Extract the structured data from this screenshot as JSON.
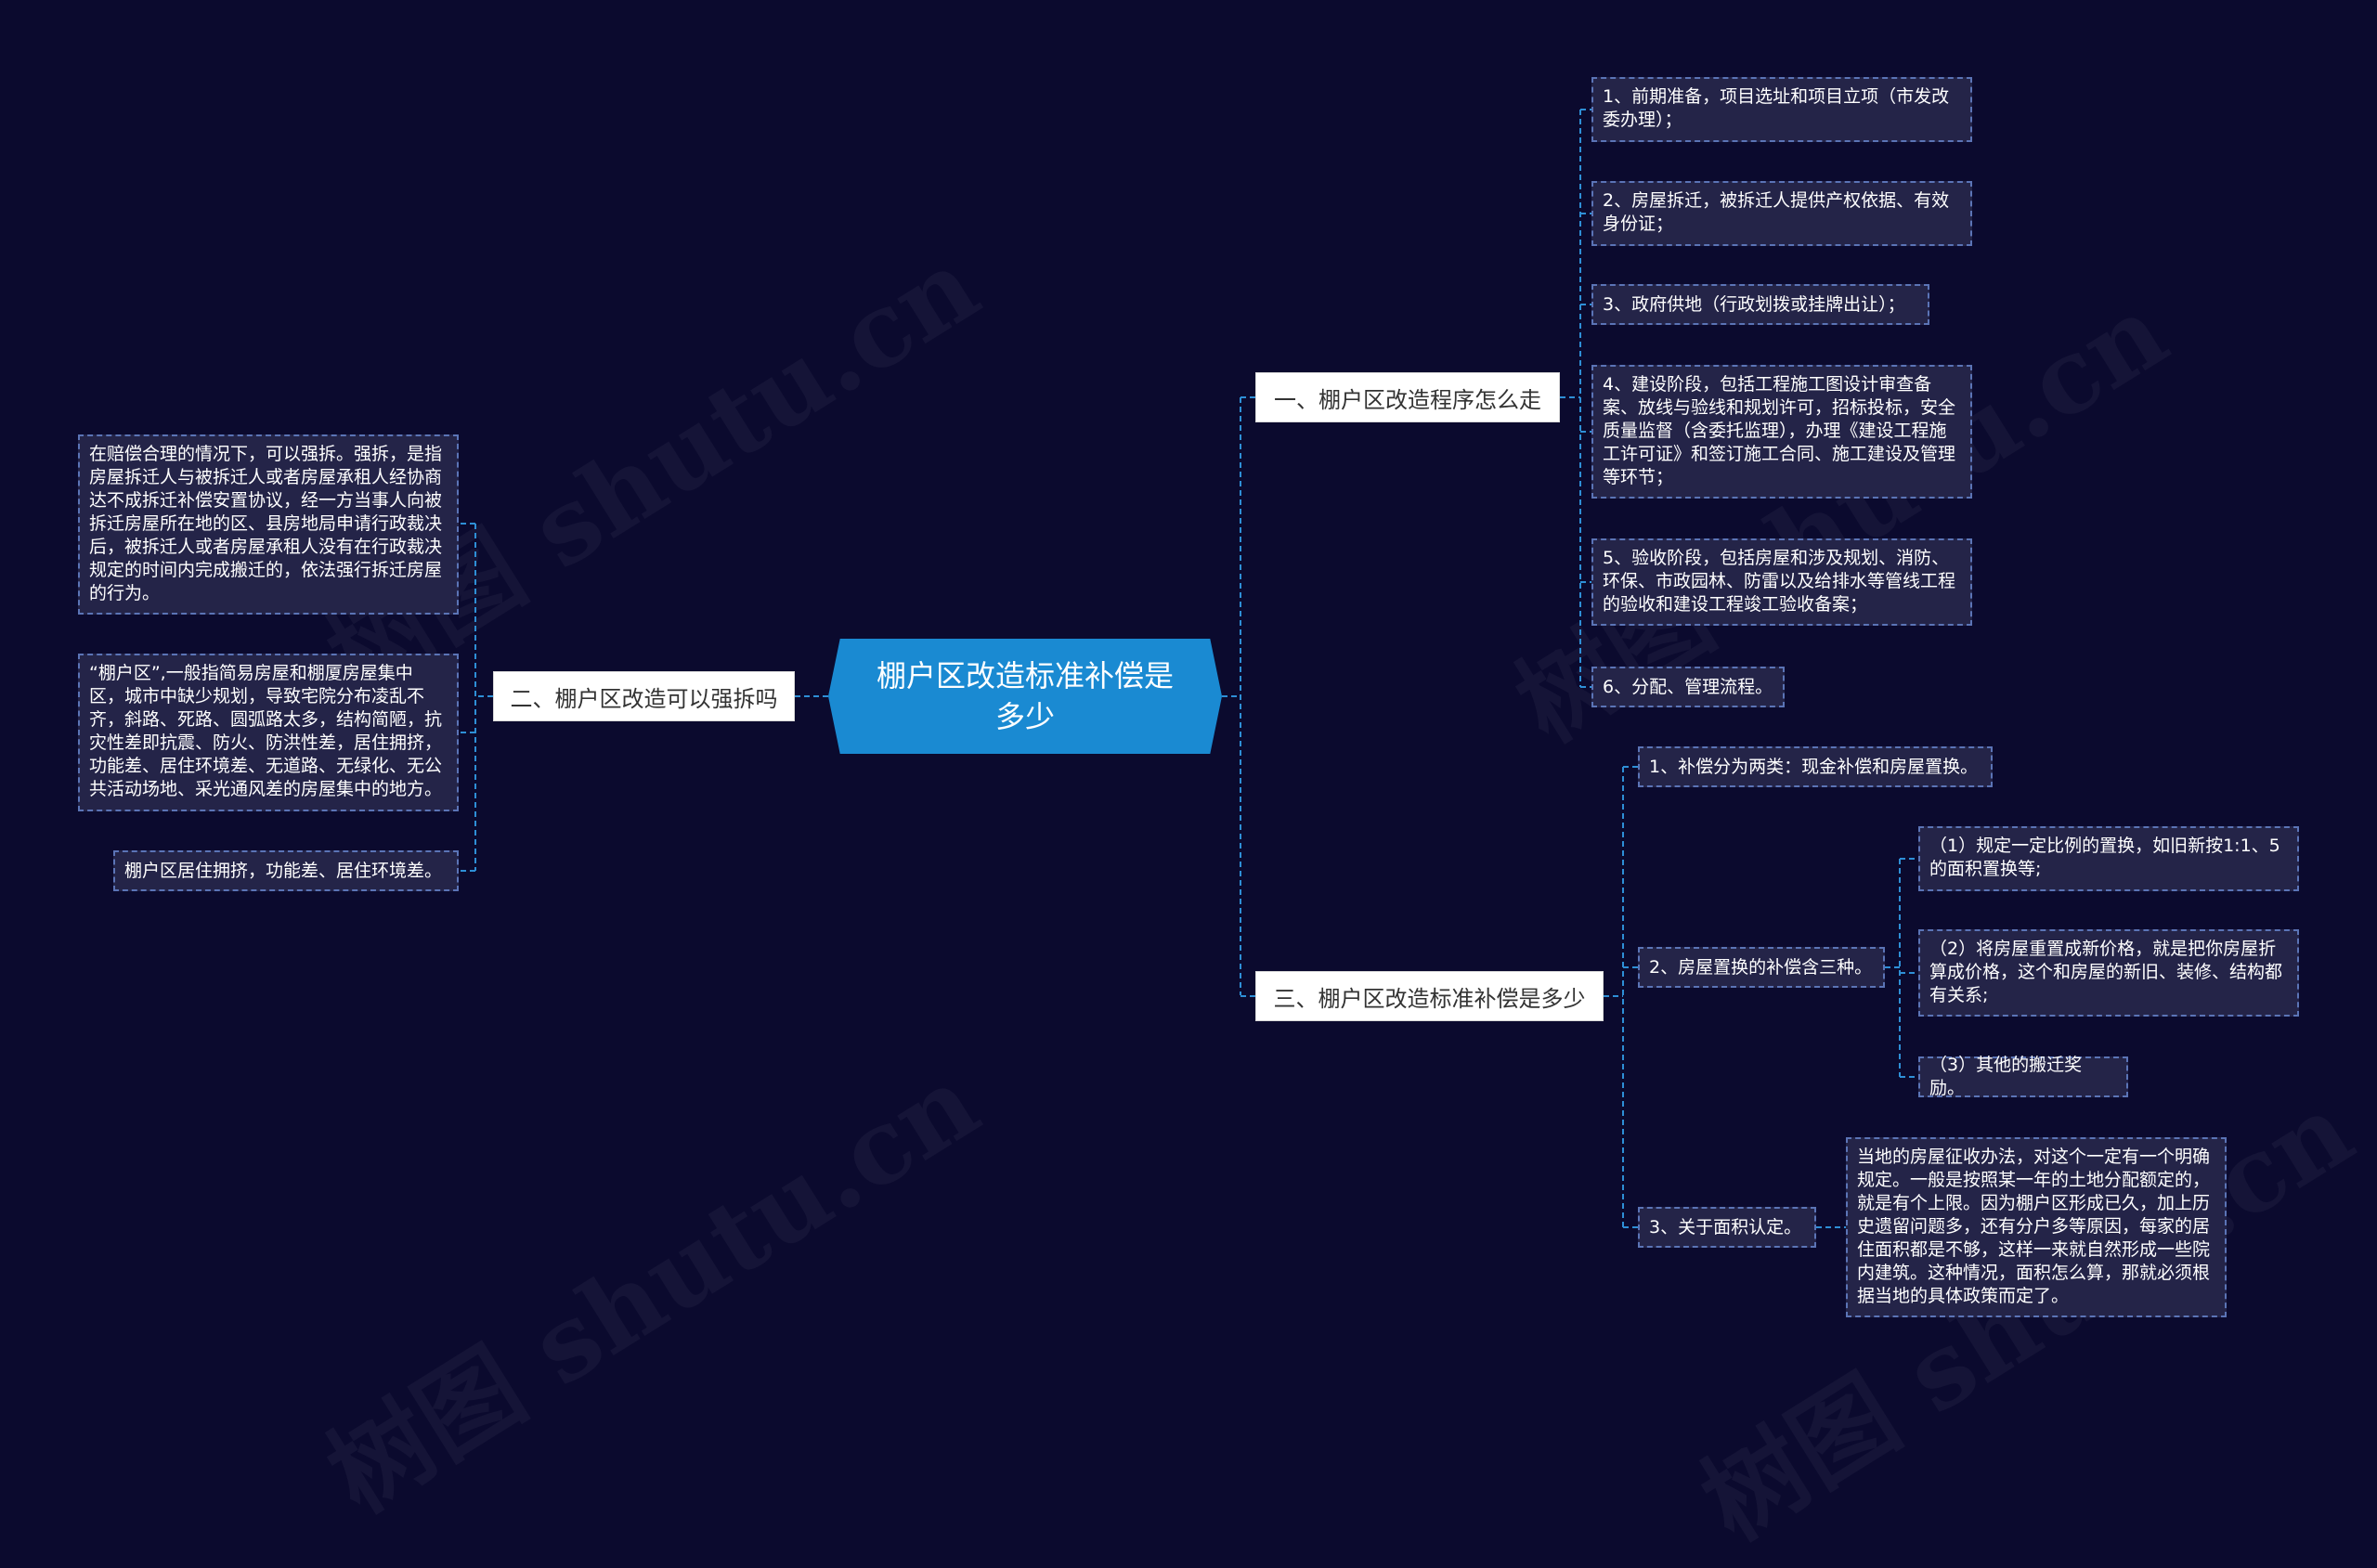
{
  "root": {
    "title": "棚户区改造标准补偿是多少"
  },
  "branches": [
    {
      "label": "一、棚户区改造程序怎么走"
    },
    {
      "label": "二、棚户区改造可以强拆吗"
    },
    {
      "label": "三、棚户区改造标准补偿是多少"
    }
  ],
  "b1_items": [
    "1、前期准备，项目选址和项目立项（市发改委办理）；",
    "2、房屋拆迁，被拆迁人提供产权依据、有效身份证；",
    "3、政府供地（行政划拨或挂牌出让）；",
    "4、建设阶段，包括工程施工图设计审查备案、放线与验线和规划许可，招标投标，安全质量监督（含委托监理），办理《建设工程施工许可证》和签订施工合同、施工建设及管理等环节；",
    "5、验收阶段，包括房屋和涉及规划、消防、环保、市政园林、防雷以及给排水等管线工程的验收和建设工程竣工验收备案；",
    "6、分配、管理流程。"
  ],
  "b2_items": [
    "在赔偿合理的情况下，可以强拆。强拆，是指房屋拆迁人与被拆迁人或者房屋承租人经协商达不成拆迁补偿安置协议，经一方当事人向被拆迁房屋所在地的区、县房地局申请行政裁决后，被拆迁人或者房屋承租人没有在行政裁决规定的时间内完成搬迁的，依法强行拆迁房屋的行为。",
    "“棚户区”,一般指简易房屋和棚厦房屋集中区，城市中缺少规划，导致宅院分布凌乱不齐，斜路、死路、圆弧路太多，结构简陋，抗灾性差即抗震、防火、防洪性差，居住拥挤，功能差、居住环境差、无道路、无绿化、无公共活动场地、采光通风差的房屋集中的地方。",
    "棚户区居住拥挤，功能差、居住环境差。"
  ],
  "b3_items": [
    "1、补偿分为两类：现金补偿和房屋置换。",
    "2、房屋置换的补偿含三种。",
    "3、关于面积认定。"
  ],
  "b3_sub2": [
    "（1）规定一定比例的置换，如旧新按1:1、5的面积置换等;",
    "（2）将房屋重置成新价格，就是把你房屋折算成价格，这个和房屋的新旧、装修、结构都有关系;",
    "（3）其他的搬迁奖励。"
  ],
  "b3_sub3": [
    "当地的房屋征收办法，对这个一定有一个明确规定。一般是按照某一年的土地分配额定的，就是有个上限。因为棚户区形成已久，加上历史遗留问题多，还有分户多等原因，每家的居住面积都是不够，这样一来就自然形成一些院内建筑。这种情况，面积怎么算，那就必须根据当地的具体政策而定了。"
  ],
  "watermark": "树图 shutu.cn",
  "colors": {
    "background": "#0b0a2e",
    "root": "#1a8ad2",
    "connector": "#2e8fd6",
    "leaf_bg": "#242448"
  }
}
